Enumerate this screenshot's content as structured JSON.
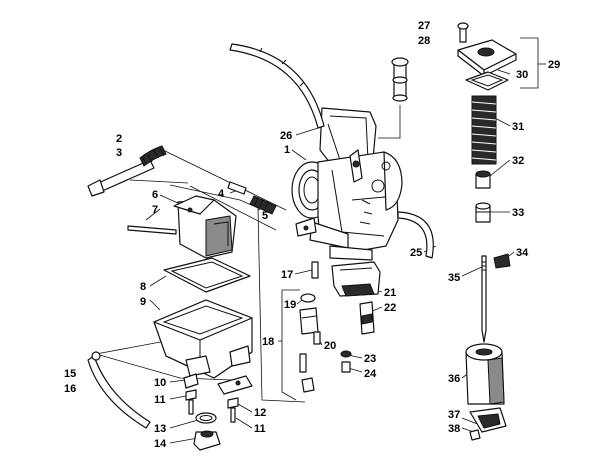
{
  "callouts": {
    "c1": "1",
    "c2": "2",
    "c3": "3",
    "c4": "4",
    "c5": "5",
    "c6": "6",
    "c7": "7",
    "c8": "8",
    "c9": "9",
    "c10": "10",
    "c11a": "11",
    "c11b": "11",
    "c12": "12",
    "c13": "13",
    "c14": "14",
    "c15": "15",
    "c16": "16",
    "c17": "17",
    "c18": "18",
    "c19": "19",
    "c20": "20",
    "c21": "21",
    "c22": "22",
    "c23": "23",
    "c24": "24",
    "c25": "25",
    "c26": "26",
    "c27": "27",
    "c28": "28",
    "c29": "29",
    "c30": "30",
    "c31": "31",
    "c32": "32",
    "c33": "33",
    "c34": "34",
    "c35": "35",
    "c36": "36",
    "c37": "37",
    "c38": "38"
  }
}
